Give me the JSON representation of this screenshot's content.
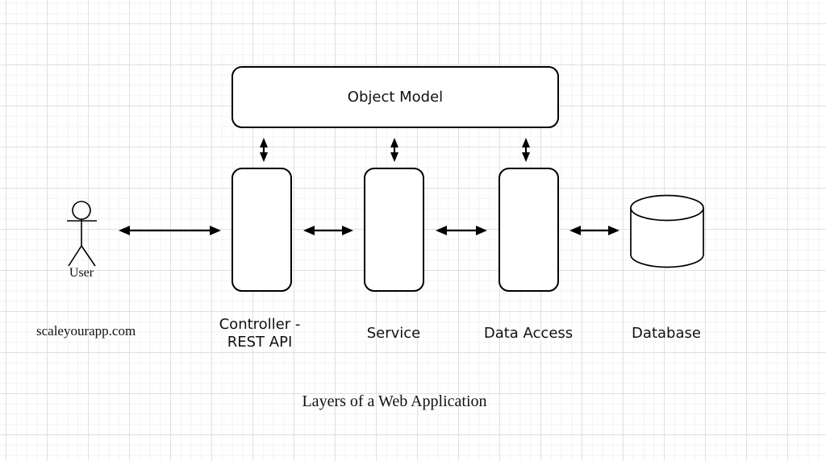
{
  "diagram": {
    "title": "Layers of a Web Application",
    "watermark": "scaleyourapp.com"
  },
  "nodes": {
    "user": {
      "label": "User",
      "shape": "stick-figure-actor"
    },
    "object_model": {
      "label": "Object Model",
      "shape": "rounded-rectangle"
    },
    "controller": {
      "label": "Controller - REST API",
      "shape": "rounded-rectangle"
    },
    "service": {
      "label": "Service",
      "shape": "rounded-rectangle"
    },
    "data_access": {
      "label": "Data Access",
      "shape": "rounded-rectangle"
    },
    "database": {
      "label": "Database",
      "shape": "cylinder"
    }
  },
  "edges": [
    {
      "from": "user",
      "to": "controller",
      "type": "bidirectional-arrow"
    },
    {
      "from": "controller",
      "to": "service",
      "type": "bidirectional-arrow"
    },
    {
      "from": "service",
      "to": "data_access",
      "type": "bidirectional-arrow"
    },
    {
      "from": "data_access",
      "to": "database",
      "type": "bidirectional-arrow"
    },
    {
      "from": "object_model",
      "to": "controller",
      "type": "bidirectional-arrow"
    },
    {
      "from": "object_model",
      "to": "service",
      "type": "bidirectional-arrow"
    },
    {
      "from": "object_model",
      "to": "data_access",
      "type": "bidirectional-arrow"
    }
  ],
  "colors": {
    "stroke": "#000000",
    "shape_fill": "#ffffff",
    "background": "#ffffff",
    "grid_minor": "#f2f2f2",
    "grid_major": "#e0e0e0"
  }
}
